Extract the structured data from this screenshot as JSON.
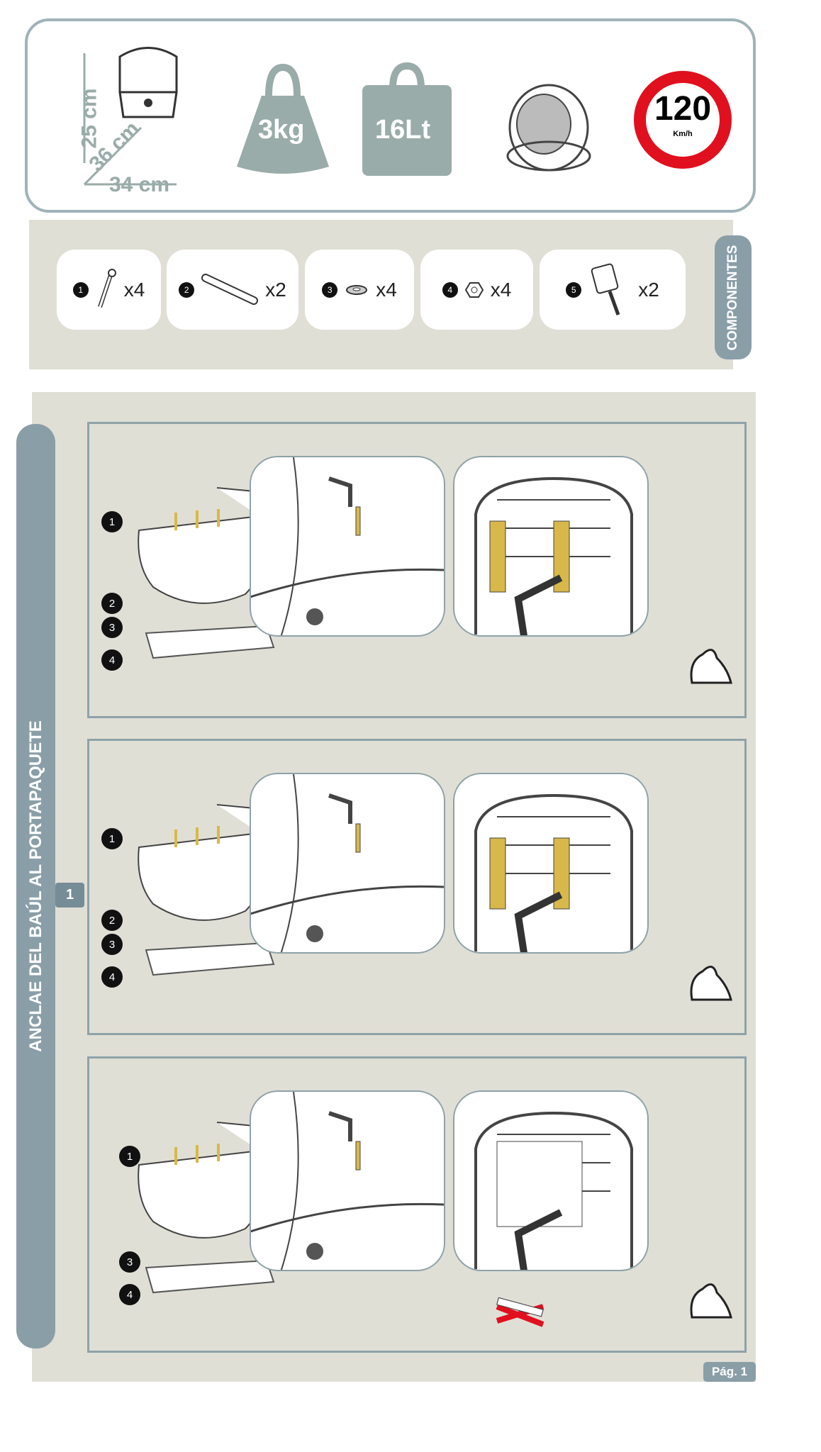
{
  "specs": {
    "height": "25 cm",
    "depth": "36 cm",
    "width": "34 cm",
    "weight": "3kg",
    "volume": "16Lt",
    "speed_limit": "120",
    "speed_unit": "Km/h"
  },
  "components": {
    "title": "COMPONENTES",
    "items": [
      {
        "num": "1",
        "icon": "bolt-icon",
        "qty": "x4"
      },
      {
        "num": "2",
        "icon": "plate-icon",
        "qty": "x2"
      },
      {
        "num": "3",
        "icon": "washer-icon",
        "qty": "x4"
      },
      {
        "num": "4",
        "icon": "nut-icon",
        "qty": "x4"
      },
      {
        "num": "5",
        "icon": "key-icon",
        "qty": "x2"
      }
    ]
  },
  "section": {
    "title": "ANCLAE DEL BAÚL AL PORTAPAQUETE",
    "number": "1"
  },
  "steps": [
    {
      "callouts": [
        "1",
        "2",
        "3",
        "4"
      ]
    },
    {
      "callouts": [
        "1",
        "2",
        "3",
        "4"
      ]
    },
    {
      "callouts": [
        "1",
        "3",
        "4"
      ]
    }
  ],
  "page": "Pág. 1",
  "colors": {
    "accent": "#8a9ea8",
    "panel": "#e0dfd6",
    "speed_red": "#e0101e",
    "gold": "#d8b84a"
  }
}
